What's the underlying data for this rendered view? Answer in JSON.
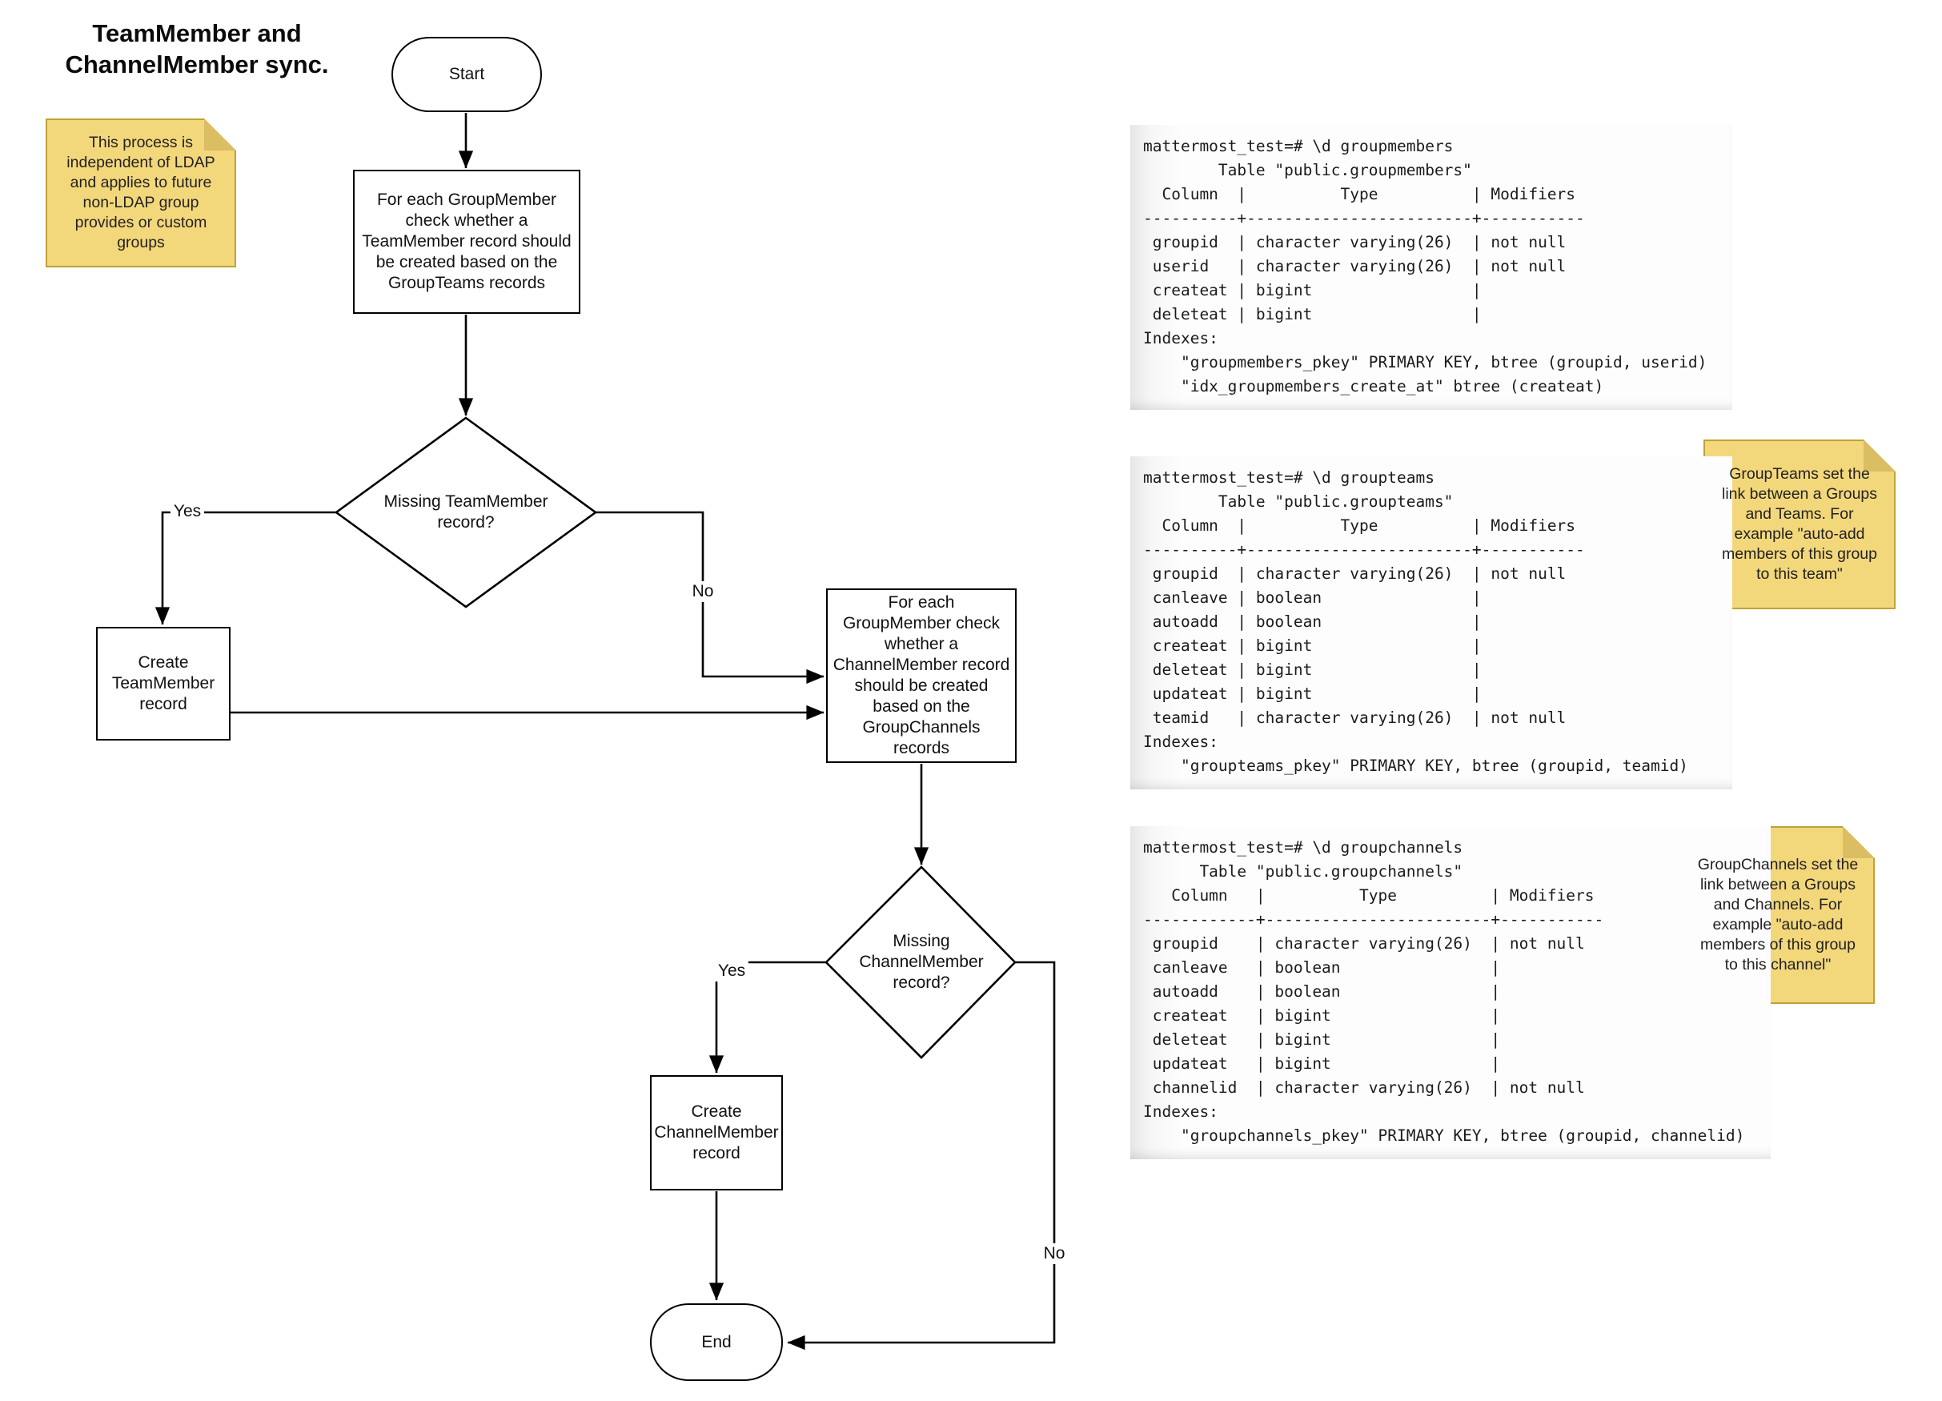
{
  "title": "TeamMember and\nChannelMember sync.",
  "colors": {
    "stroke": "#000000",
    "node_fill": "#ffffff",
    "note_fill": "#f3d77b",
    "note_fold": "#dbbe63",
    "note_border": "#bfa234",
    "code_text": "#1b1b1b"
  },
  "flowchart": {
    "nodes": [
      {
        "id": "start",
        "type": "terminator",
        "label": "Start"
      },
      {
        "id": "check-teammember",
        "type": "process",
        "label": "For each GroupMember\ncheck whether a\nTeamMember record should\nbe created based on the\nGroupTeams records"
      },
      {
        "id": "missing-teammember",
        "type": "decision",
        "label": "Missing TeamMember\nrecord?"
      },
      {
        "id": "create-teammember",
        "type": "process",
        "label": "Create\nTeamMember\nrecord"
      },
      {
        "id": "check-channelmember",
        "type": "process",
        "label": "For each\nGroupMember check\nwhether a\nChannelMember record\nshould be created\nbased on the\nGroupChannels\nrecords"
      },
      {
        "id": "missing-channelmember",
        "type": "decision",
        "label": "Missing\nChannelMember\nrecord?"
      },
      {
        "id": "create-channelmember",
        "type": "process",
        "label": "Create\nChannelMember\nrecord"
      },
      {
        "id": "end",
        "type": "terminator",
        "label": "End"
      }
    ],
    "edge_labels": [
      {
        "id": "yes-teammember",
        "text": "Yes"
      },
      {
        "id": "no-teammember",
        "text": "No"
      },
      {
        "id": "yes-channelmember",
        "text": "Yes"
      },
      {
        "id": "no-channelmember",
        "text": "No"
      }
    ],
    "edges": [
      {
        "from": "start",
        "to": "check-teammember"
      },
      {
        "from": "check-teammember",
        "to": "missing-teammember"
      },
      {
        "from": "missing-teammember",
        "to": "create-teammember",
        "label": "Yes"
      },
      {
        "from": "missing-teammember",
        "to": "check-channelmember",
        "label": "No"
      },
      {
        "from": "create-teammember",
        "to": "check-channelmember"
      },
      {
        "from": "check-channelmember",
        "to": "missing-channelmember"
      },
      {
        "from": "missing-channelmember",
        "to": "create-channelmember",
        "label": "Yes"
      },
      {
        "from": "create-channelmember",
        "to": "end"
      },
      {
        "from": "missing-channelmember",
        "to": "end",
        "label": "No"
      }
    ]
  },
  "sticky_notes": [
    {
      "id": "note-ldap",
      "text": "This process is\nindependent of LDAP\nand applies to future\nnon-LDAP group\nprovides or custom\ngroups"
    },
    {
      "id": "note-groupteams",
      "text": "GroupTeams set the\nlink between a Groups\nand Teams. For\nexample \"auto-add\nmembers of this group\nto this team\""
    },
    {
      "id": "note-groupchannels",
      "text": "GroupChannels set the\nlink between a Groups\nand Channels. For\nexample \"auto-add\nmembers of this group\nto this channel\""
    }
  ],
  "terminal_outputs": [
    {
      "id": "groupmembers",
      "text": "mattermost_test=# \\d groupmembers\n        Table \"public.groupmembers\"\n  Column  |          Type          | Modifiers\n----------+------------------------+-----------\n groupid  | character varying(26)  | not null\n userid   | character varying(26)  | not null\n createat | bigint                 |\n deleteat | bigint                 |\nIndexes:\n    \"groupmembers_pkey\" PRIMARY KEY, btree (groupid, userid)\n    \"idx_groupmembers_create_at\" btree (createat)"
    },
    {
      "id": "groupteams",
      "text": "mattermost_test=# \\d groupteams\n        Table \"public.groupteams\"\n  Column  |          Type          | Modifiers\n----------+------------------------+-----------\n groupid  | character varying(26)  | not null\n canleave | boolean                |\n autoadd  | boolean                |\n createat | bigint                 |\n deleteat | bigint                 |\n updateat | bigint                 |\n teamid   | character varying(26)  | not null\nIndexes:\n    \"groupteams_pkey\" PRIMARY KEY, btree (groupid, teamid)"
    },
    {
      "id": "groupchannels",
      "text": "mattermost_test=# \\d groupchannels\n      Table \"public.groupchannels\"\n   Column   |          Type          | Modifiers\n------------+------------------------+-----------\n groupid    | character varying(26)  | not null\n canleave   | boolean                |\n autoadd    | boolean                |\n createat   | bigint                 |\n deleteat   | bigint                 |\n updateat   | bigint                 |\n channelid  | character varying(26)  | not null\nIndexes:\n    \"groupchannels_pkey\" PRIMARY KEY, btree (groupid, channelid)"
    }
  ]
}
